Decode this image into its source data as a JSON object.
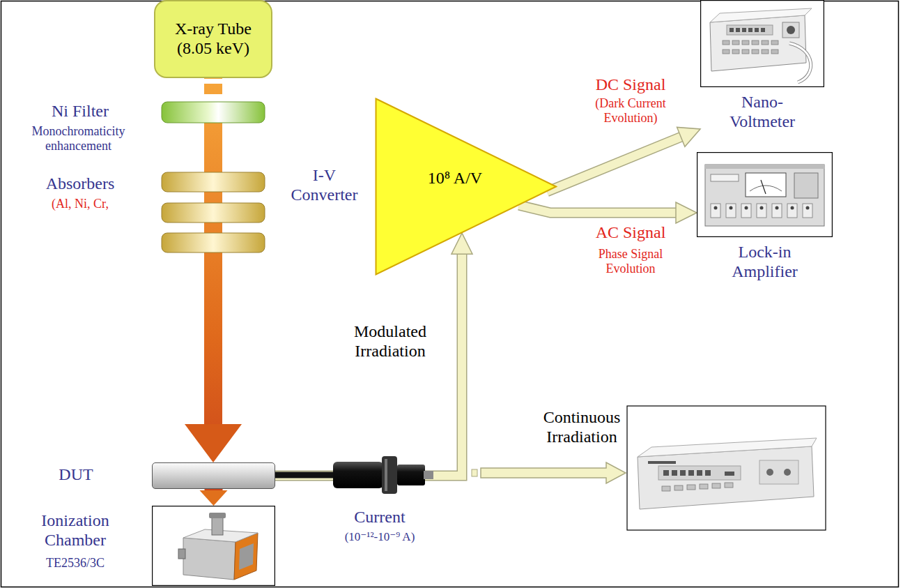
{
  "diagram": {
    "nodes": [
      {
        "text": [
          "X-ray Tube (8.05 keV)"
        ]
      },
      {
        "text": [
          "I-V Converter",
          "10⁸ A/V"
        ]
      },
      {
        "text": [
          "Nano- Voltmeter"
        ]
      },
      {
        "text": [
          "Lock-in Amplifier"
        ]
      },
      {
        "text": [
          "DUT"
        ]
      },
      {
        "text": [
          "Ionization Chamber",
          "TE2536/3C"
        ]
      }
    ],
    "edges": [
      {
        "from": 0,
        "to": 4,
        "arrow": "to"
      },
      {
        "from": 4,
        "to": 5,
        "arrow": "to"
      },
      {
        "from": 4,
        "to": 1,
        "arrow": "to"
      },
      {
        "from": 1,
        "to": 2,
        "arrow": "to"
      },
      {
        "from": 1,
        "to": 3,
        "arrow": "to"
      }
    ],
    "labels": [
      "Ni Filter",
      "Monochromaticity enhancement",
      "Absorbers",
      "(Al, Ni, Cr,",
      "DC Signal",
      "(Dark Current Evolution)",
      "AC Signal",
      "Phase Signal Evolution",
      "Modulated Irradiation",
      "Continuous Irradiation",
      "Current",
      "(10⁻¹²-10⁻⁹ A)"
    ]
  }
}
